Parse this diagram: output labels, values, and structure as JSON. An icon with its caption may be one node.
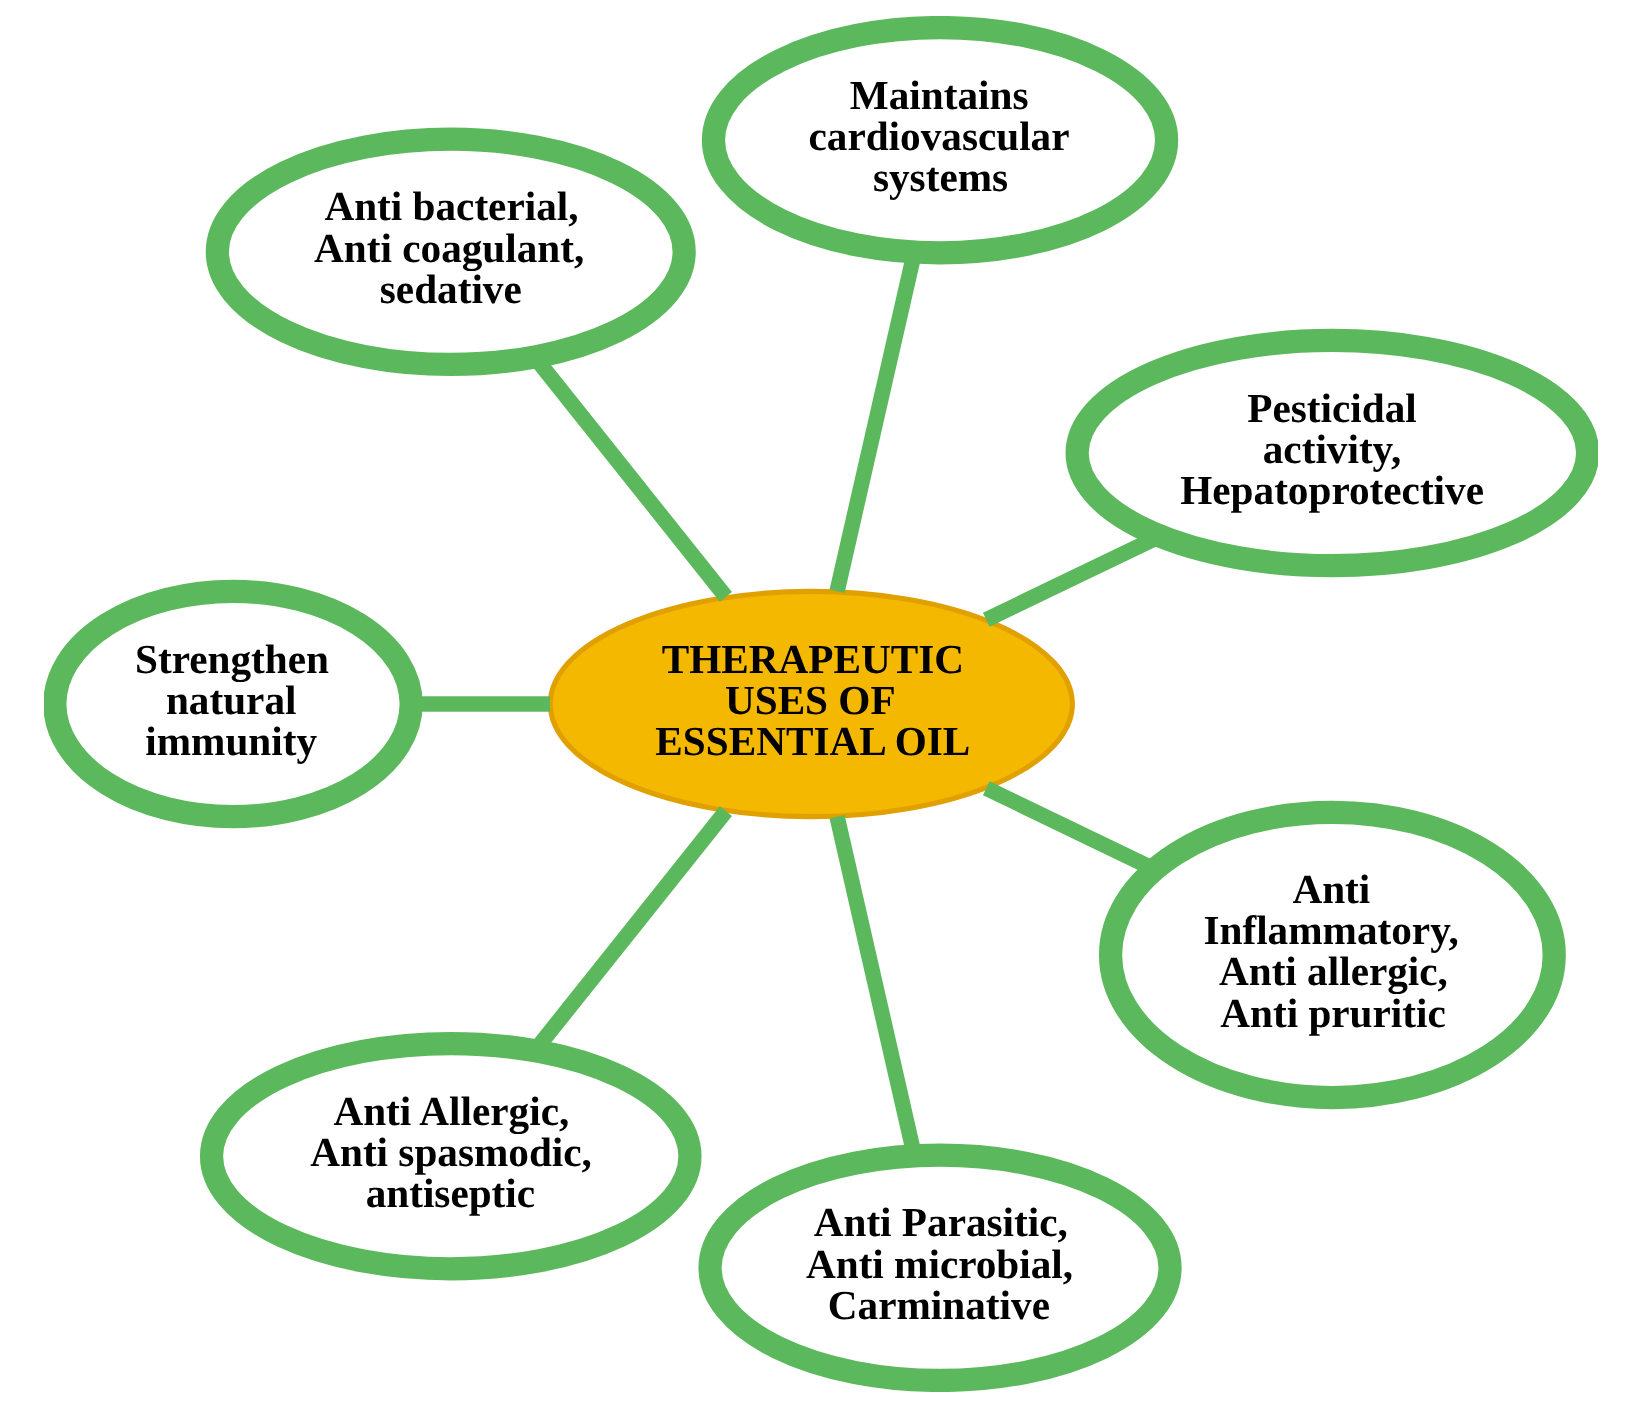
{
  "diagram": {
    "nodes": [
      {
        "text": [
          "THERAPEUTIC USES OF ESSENTIAL OIL"
        ]
      },
      {
        "text": [
          "Pesticidal activity, Hepatoprotective"
        ]
      },
      {
        "text": [
          "Maintains cardiovascular systems"
        ]
      },
      {
        "text": [
          "Anti bacterial, Anti coagulant, sedative"
        ]
      },
      {
        "text": [
          "Strengthen natural immunity"
        ]
      },
      {
        "text": [
          "Anti Allergic, Anti spasmodic, antiseptic"
        ]
      },
      {
        "text": [
          "Anti Parasitic, Anti microbial, Carminative"
        ]
      },
      {
        "text": [
          "Anti Inflammatory, Anti allergic, Anti pruritic"
        ]
      }
    ],
    "edges": [
      {
        "from": 0,
        "to": 1,
        "arrow": "none"
      },
      {
        "from": 0,
        "to": 2,
        "arrow": "none"
      },
      {
        "from": 0,
        "to": 3,
        "arrow": "none"
      },
      {
        "from": 0,
        "to": 4,
        "arrow": "none"
      },
      {
        "from": 0,
        "to": 5,
        "arrow": "none"
      },
      {
        "from": 0,
        "to": 6,
        "arrow": "none"
      },
      {
        "from": 0,
        "to": 7,
        "arrow": "none"
      }
    ]
  }
}
